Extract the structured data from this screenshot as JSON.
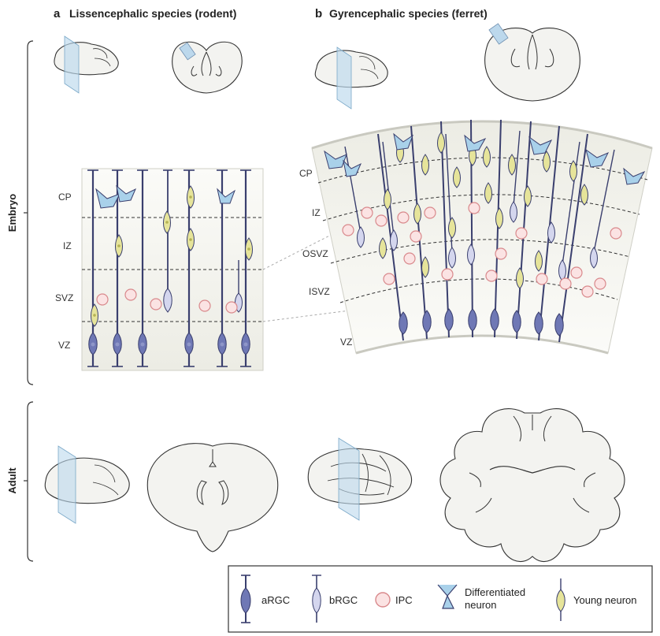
{
  "panel_a": {
    "letter": "a",
    "title": "Lissencephalic species (rodent)"
  },
  "panel_b": {
    "letter": "b",
    "title": "Gyrencephalic species (ferret)"
  },
  "rows": {
    "embryo": "Embryo",
    "adult": "Adult"
  },
  "zones_a": [
    "CP",
    "IZ",
    "SVZ",
    "VZ"
  ],
  "zones_b": [
    "CP",
    "IZ",
    "OSVZ",
    "ISVZ",
    "VZ"
  ],
  "legend": {
    "argc": "aRGC",
    "brgc": "bRGC",
    "ipc": "IPC",
    "diff_line1": "Differentiated",
    "diff_line2": "neuron",
    "young": "Young neuron"
  },
  "colors": {
    "argc": "#6f78b5",
    "argc_nucleus": "#8e96c8",
    "brgc": "#d4d6ee",
    "ipc_fill": "#fbe3e3",
    "ipc_stroke": "#d9898c",
    "young": "#e6e49a",
    "differentiated": "#a9d1ea",
    "fiber": "#3a3f6e",
    "tissue": "#efefe8",
    "brain": "#f3f3f0",
    "plane": "#bcd8ec"
  }
}
